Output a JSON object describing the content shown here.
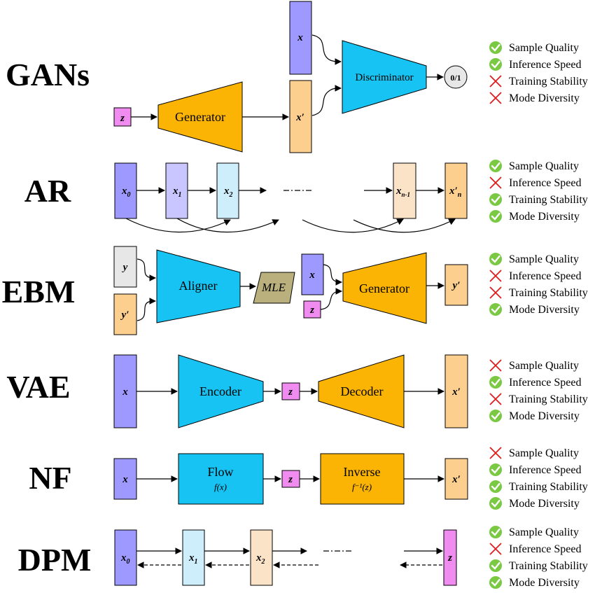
{
  "colors": {
    "purple": "#9e99ff",
    "lavender": "#c9c6ff",
    "lightblue": "#cdeefa",
    "peach": "#fbe3c8",
    "orange": "#fccf8e",
    "gray": "#e7e7e7",
    "pink": "#f08bf0",
    "cyan": "#16c3f2",
    "gold": "#fbb404",
    "olive": "#b9b07e",
    "check": "#7ac943",
    "cross": "#e11c1c"
  },
  "rows": {
    "gans": {
      "title": "GANs",
      "z": "z",
      "generator": "Generator",
      "x": "x",
      "x_prime": "x′",
      "discriminator": "Discriminator",
      "output": "0/1",
      "props": [
        {
          "label": "Sample Quality",
          "ok": true
        },
        {
          "label": "Inference Speed",
          "ok": true
        },
        {
          "label": "Training Stability",
          "ok": false
        },
        {
          "label": "Mode Diversity",
          "ok": false
        }
      ]
    },
    "ar": {
      "title": "AR",
      "x0": "x",
      "x0_sub": "0",
      "x1": "x",
      "x1_sub": "1",
      "x2": "x",
      "x2_sub": "2",
      "xn1": "x",
      "xn1_sub": "n-1",
      "xn": "x′",
      "xn_sub": "n",
      "props": [
        {
          "label": "Sample Quality",
          "ok": true
        },
        {
          "label": "Inference Speed",
          "ok": false
        },
        {
          "label": "Training Stability",
          "ok": true
        },
        {
          "label": "Mode Diversity",
          "ok": true
        }
      ]
    },
    "ebm": {
      "title": "EBM",
      "y": "y",
      "y_prime": "y′",
      "aligner": "Aligner",
      "mle": "MLE",
      "x": "x",
      "z": "z",
      "generator": "Generator",
      "out": "y′",
      "props": [
        {
          "label": "Sample Quality",
          "ok": true
        },
        {
          "label": "Inference Speed",
          "ok": false
        },
        {
          "label": "Training Stability",
          "ok": false
        },
        {
          "label": "Mode Diversity",
          "ok": true
        }
      ]
    },
    "vae": {
      "title": "VAE",
      "x": "x",
      "encoder": "Encoder",
      "z": "z",
      "decoder": "Decoder",
      "x_prime": "x′",
      "props": [
        {
          "label": "Sample Quality",
          "ok": false
        },
        {
          "label": "Inference Speed",
          "ok": true
        },
        {
          "label": "Training Stability",
          "ok": false
        },
        {
          "label": "Mode Diversity",
          "ok": true
        }
      ]
    },
    "nf": {
      "title": "NF",
      "x": "x",
      "flow": "Flow",
      "flow_fn": "f(x)",
      "z": "z",
      "inverse": "Inverse",
      "inverse_fn": "f⁻¹(z)",
      "x_prime": "x′",
      "props": [
        {
          "label": "Sample Quality",
          "ok": false
        },
        {
          "label": "Inference Speed",
          "ok": true
        },
        {
          "label": "Training Stability",
          "ok": true
        },
        {
          "label": "Mode Diversity",
          "ok": true
        }
      ]
    },
    "dpm": {
      "title": "DPM",
      "x0": "x",
      "x0_sub": "0",
      "x1": "x",
      "x1_sub": "1",
      "x2": "x",
      "x2_sub": "2",
      "z": "z",
      "props": [
        {
          "label": "Sample Quality",
          "ok": true
        },
        {
          "label": "Inference Speed",
          "ok": false
        },
        {
          "label": "Training Stability",
          "ok": true
        },
        {
          "label": "Mode Diversity",
          "ok": true
        }
      ]
    }
  }
}
